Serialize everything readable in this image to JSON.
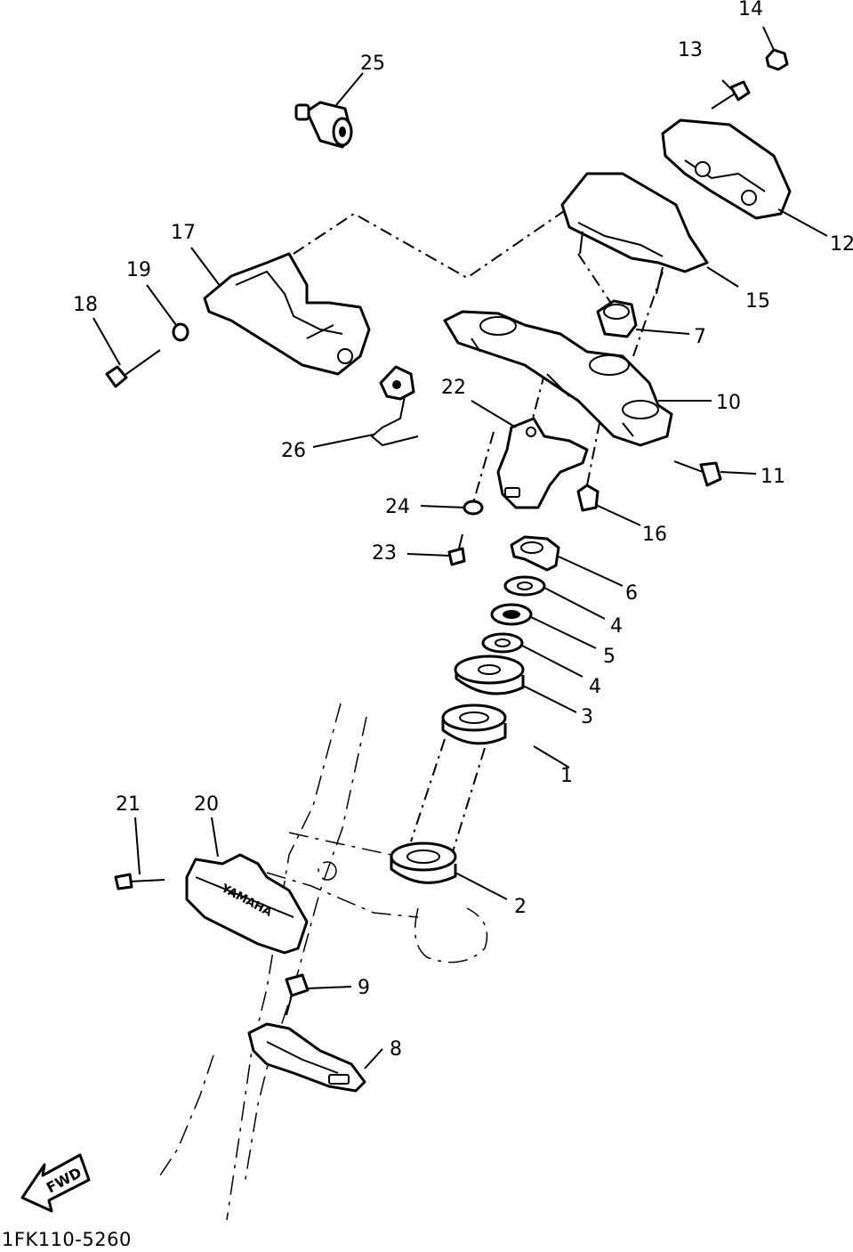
{
  "diagram_code": "1FK110-5260",
  "fwd_label": "FWD",
  "emblem_text": "YAMAHA",
  "callouts": [
    "1",
    "2",
    "3",
    "4",
    "4",
    "5",
    "6",
    "7",
    "8",
    "9",
    "10",
    "11",
    "12",
    "13",
    "14",
    "15",
    "16",
    "17",
    "18",
    "19",
    "20",
    "21",
    "22",
    "23",
    "24",
    "25",
    "26"
  ]
}
